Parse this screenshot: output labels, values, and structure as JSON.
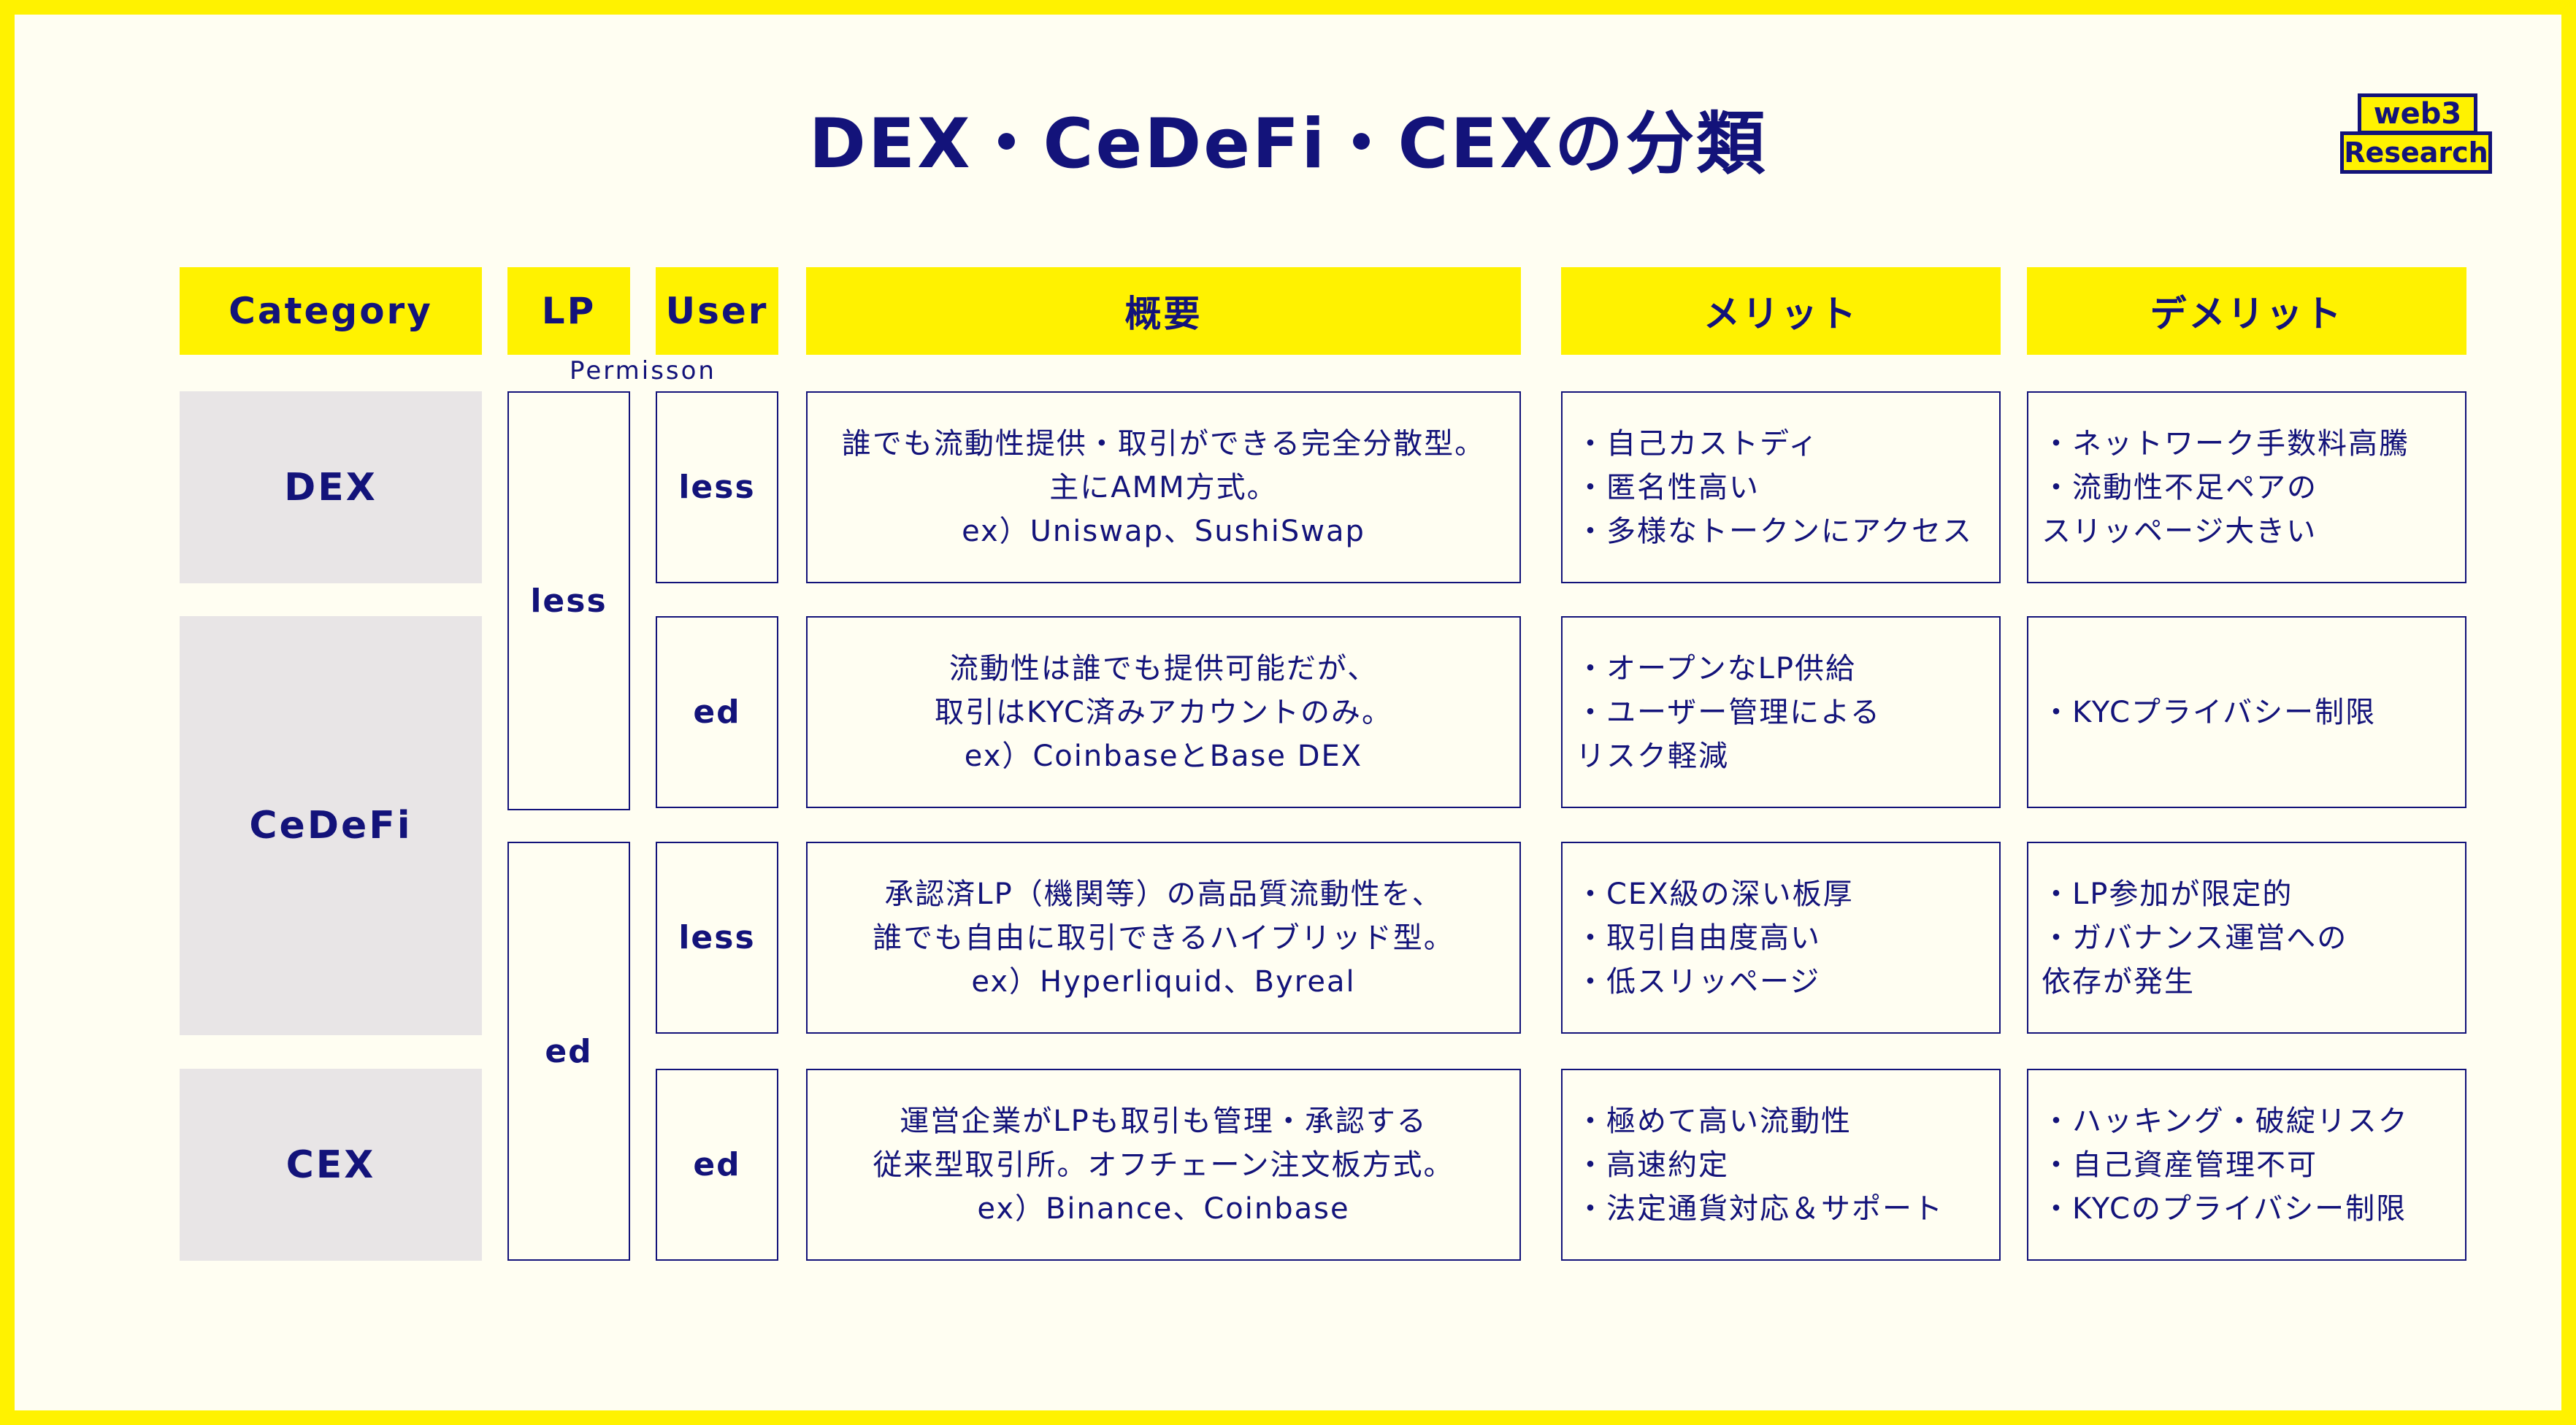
{
  "title": "DEX・CeDeFi・CEXの分類",
  "logo": {
    "top": "web3",
    "bottom": "Research"
  },
  "headers": {
    "category": "Category",
    "lp": "LP",
    "user": "User",
    "overview": "概要",
    "merit": "メリット",
    "demerit": "デメリット",
    "permission_note": "Permisson"
  },
  "categories": [
    "DEX",
    "CeDeFi",
    "CEX"
  ],
  "lp_values": [
    "less",
    "ed"
  ],
  "rows": [
    {
      "user": "less",
      "overview": [
        "誰でも流動性提供・取引ができる完全分散型。",
        "主にAMM方式。",
        "ex）Uniswap、SushiSwap"
      ],
      "merit": [
        "・自己カストディ",
        "・匿名性高い",
        "・多様なトークンにアクセス"
      ],
      "demerit": [
        "・ネットワーク手数料高騰",
        "・流動性不足ペアの",
        "スリッページ大きい"
      ]
    },
    {
      "user": "ed",
      "overview": [
        "流動性は誰でも提供可能だが、",
        "取引はKYC済みアカウントのみ。",
        "ex）CoinbaseとBase DEX"
      ],
      "merit": [
        "・オープンなLP供給",
        "・ユーザー管理による",
        "リスク軽減"
      ],
      "demerit": [
        "・KYCプライバシー制限"
      ]
    },
    {
      "user": "less",
      "overview": [
        "承認済LP（機関等）の高品質流動性を、",
        "誰でも自由に取引できるハイブリッド型。",
        "ex）Hyperliquid、Byreal"
      ],
      "merit": [
        "・CEX級の深い板厚",
        "・取引自由度高い",
        "・低スリッページ"
      ],
      "demerit": [
        "・LP参加が限定的",
        "・ガバナンス運営への",
        "依存が発生"
      ]
    },
    {
      "user": "ed",
      "overview": [
        "運営企業がLPも取引も管理・承認する",
        "従来型取引所。オフチェーン注文板方式。",
        "ex）Binance、Coinbase"
      ],
      "merit": [
        "・極めて高い流動性",
        "・高速約定",
        "・法定通貨対応＆サポート"
      ],
      "demerit": [
        "・ハッキング・破綻リスク",
        "・自己資産管理不可",
        "・KYCのプライバシー制限"
      ]
    }
  ]
}
